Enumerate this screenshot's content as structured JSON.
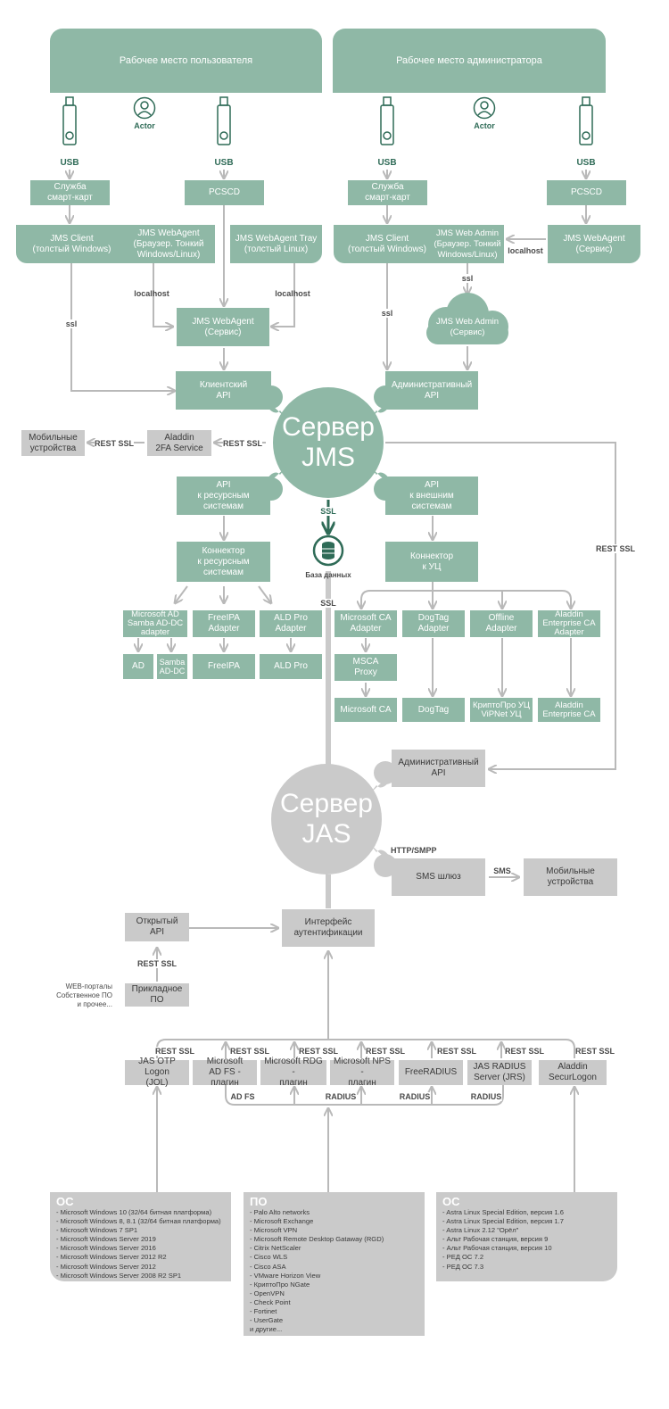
{
  "colors": {
    "accent": "#8fb8a6",
    "dark_accent": "#2f6b57",
    "neutral": "#cacaca",
    "line": "#b9b9b9"
  },
  "user_workplace": "Рабочее место пользователя",
  "admin_workplace": "Рабочее место администратора",
  "actor_label": "Actor",
  "usb_label": "USB",
  "smartcard_service": "Служба\nсмарт-карт",
  "pcscd": "PCSCD",
  "jms_client": "JMS Client\n(толстый Windows)",
  "jms_webagent_browser": "JMS WebAgent\n(Браузер. Тонкий\nWindows/Linux)",
  "jms_webagent_tray": "JMS WebAgent Tray\n(толстый Linux)",
  "jms_webagent_service": "JMS WebAgent\n(Сервис)",
  "jms_web_admin": "JMS Web Admin\n(Браузер. Тонкий\nWindows/Linux)",
  "jms_web_admin_service": "JMS Web Admin\n(Сервис)",
  "client_api": "Клиентский\nAPI",
  "admin_api": "Административный\nAPI",
  "mobile_devices": "Мобильные\nустройства",
  "aladdin_2fa": "Aladdin\n2FA Service",
  "jms_server": "Сервер\nJMS",
  "jas_server": "Сервер\nJAS",
  "api_resource": "API\nк ресурсным\nсистемам",
  "api_external": "API\nк внешним\nсистемам",
  "connector_resource": "Коннектор\nк ресурсным\nсистемам",
  "connector_ca": "Коннектор\nк УЦ",
  "database": "База данных",
  "msad_adapter": "Microsoft AD\nSamba AD-DC\nadapter",
  "freeipa_adapter": "FreeIPA\nAdapter",
  "aldpro_adapter": "ALD Pro\nAdapter",
  "ad": "AD",
  "samba": "Samba\nAD-DC",
  "freeipa": "FreeIPA",
  "aldpro": "ALD Pro",
  "msca_adapter": "Microsoft CA\nAdapter",
  "dogtag_adapter": "DogTag\nAdapter",
  "offline_adapter": "Offline\nAdapter",
  "aladdin_ca_adapter": "Aladdin\nEnterprise CA\nAdapter",
  "msca_proxy": "MSCA\nProxy",
  "microsoft_ca": "Microsoft CA",
  "dogtag": "DogTag",
  "cryptopro_ca": "КриптоПро УЦ\nViPNet УЦ",
  "aladdin_ca": "Aladdin\nEnterprise CA",
  "jas_admin_api": "Административный\nAPI",
  "sms_gateway": "SMS шлюз",
  "sms_mobile": "Мобильные\nустройства",
  "open_api": "Открытый\nAPI",
  "auth_interface": "Интерфейс\nаутентификации",
  "applied_software": "Прикладное\nПО",
  "web_portals": "WEB-порталы\nСобственное ПО\nи прочее...",
  "clients": [
    "JAS OTP Logon\n(JOL)",
    "Microsoft\nAD FS - плагин",
    "Microsoft RDG -\nплагин",
    "Microsoft NPS -\nплагин",
    "FreeRADIUS",
    "JAS RADIUS\nServer (JRS)",
    "Aladdin\nSecurLogon"
  ],
  "labels": {
    "ssl": "ssl",
    "SSL": "SSL",
    "localhost": "localhost",
    "rest_ssl": "REST SSL",
    "http_smpp": "HTTP/SMPP",
    "sms": "SMS",
    "ad_fs": "AD FS",
    "radius": "RADIUS"
  },
  "os_windows": {
    "title": "ОС",
    "items": [
      "- Microsoft Windows 10 (32/64 битная платформа)",
      "- Microsoft Windows 8, 8.1 (32/64 битная платформа)",
      "- Microsoft Windows 7 SP1",
      "- Microsoft Windows Server 2019",
      "- Microsoft Windows Server 2016",
      "- Microsoft Windows Server 2012 R2",
      "- Microsoft Windows Server 2012",
      "- Microsoft Windows Server 2008 R2 SP1"
    ]
  },
  "software": {
    "title": "ПО",
    "items": [
      "- Palo Alto networks",
      "- Microsoft Exchange",
      "- Microsoft VPN",
      "- Microsoft Remote Desktop Gataway (RGD)",
      "- Citrix NetScaler",
      "- Cisco WLS",
      "- Cisco ASA",
      "- VMware Horizon View",
      "- КриптоПро NGate",
      "- OpenVPN",
      "- Check Point",
      "- Fortinet",
      "- UserGate",
      "и другие..."
    ]
  },
  "os_linux": {
    "title": "ОС",
    "items": [
      "- Astra Linux Special Edition, версия 1.6",
      "- Astra Linux Special Edition, версия 1.7",
      "- Astra Linux 2.12 \"Орёл\"",
      "- Альт Рабочая станция, версия 9",
      "- Альт Рабочая станция, версия 10",
      "- РЕД ОС 7.2",
      "- РЕД ОС 7.3"
    ]
  }
}
